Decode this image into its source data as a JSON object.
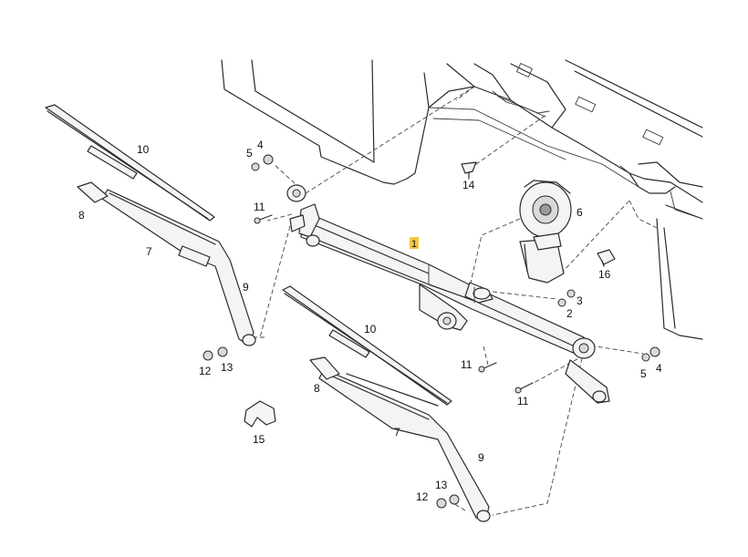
{
  "callouts": {
    "c1": "1",
    "c2": "2",
    "c3": "3",
    "c4a": "4",
    "c4b": "4",
    "c5a": "5",
    "c5b": "5",
    "c6": "6",
    "c7a": "7",
    "c7b": "7",
    "c8a": "8",
    "c8b": "8",
    "c9a": "9",
    "c9b": "9",
    "c10a": "10",
    "c10b": "10",
    "c11a": "11",
    "c11b": "11",
    "c11c": "11",
    "c12a": "12",
    "c12b": "12",
    "c13a": "13",
    "c13b": "13",
    "c14": "14",
    "c15": "15",
    "c16": "16"
  },
  "colors": {
    "highlight": "#f5c542",
    "line": "#2b2b2b"
  }
}
